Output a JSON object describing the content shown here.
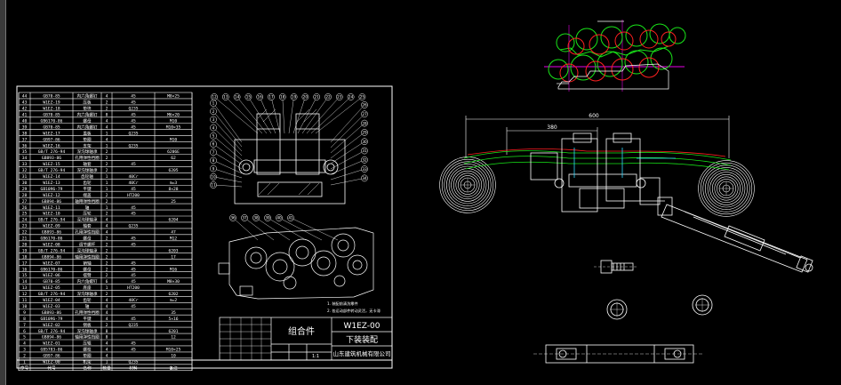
{
  "window": {
    "app": "CAD viewer"
  },
  "title_block": {
    "assembly_label": "组合件",
    "drawing_number": "W1EZ-00",
    "drawing_name": "下装装配",
    "company": "山东建筑机械有限公司",
    "scale": "1:1"
  },
  "bom": {
    "header": [
      "序号",
      "代号",
      "名称",
      "数量",
      "材料",
      "备注"
    ],
    "rows": [
      [
        "44",
        "GB70-85",
        "内六角螺钉",
        "4",
        "45",
        "M8×25"
      ],
      [
        "43",
        "W1EZ-19",
        "压板",
        "2",
        "45",
        ""
      ],
      [
        "42",
        "W1EZ-18",
        "垫块",
        "2",
        "Q235",
        ""
      ],
      [
        "41",
        "GB70-85",
        "内六角螺钉",
        "8",
        "45",
        "M6×20"
      ],
      [
        "40",
        "GB6170-86",
        "螺母",
        "4",
        "45",
        "M10"
      ],
      [
        "39",
        "GB70-85",
        "内六角螺钉",
        "4",
        "45",
        "M10×35"
      ],
      [
        "38",
        "W1EZ-17",
        "盖板",
        "1",
        "Q235",
        ""
      ],
      [
        "37",
        "GB97-86",
        "垫圈",
        "4",
        "",
        "M10"
      ],
      [
        "36",
        "W1EZ-16",
        "支架",
        "1",
        "Q235",
        ""
      ],
      [
        "35",
        "GB/T 276-94",
        "深沟球轴承",
        "2",
        "",
        "6206E"
      ],
      [
        "34",
        "GB893-86",
        "孔用弹性挡圈",
        "2",
        "",
        "62"
      ],
      [
        "33",
        "W1EZ-15",
        "轴套",
        "2",
        "45",
        ""
      ],
      [
        "32",
        "GB/T 276-94",
        "深沟球轴承",
        "2",
        "",
        "6205"
      ],
      [
        "31",
        "W1EZ-14",
        "齿轮轴",
        "1",
        "40Cr",
        ""
      ],
      [
        "30",
        "W1EZ-13",
        "齿轮",
        "1",
        "40Cr",
        "m=3"
      ],
      [
        "29",
        "GB1096-79",
        "平键",
        "1",
        "45",
        "8×28"
      ],
      [
        "28",
        "W1EZ-12",
        "端盖",
        "2",
        "HT200",
        ""
      ],
      [
        "27",
        "GB894-86",
        "轴用弹性挡圈",
        "2",
        "",
        "25"
      ],
      [
        "26",
        "W1EZ-11",
        "轴",
        "1",
        "45",
        ""
      ],
      [
        "25",
        "W1EZ-10",
        "压轮",
        "2",
        "45",
        ""
      ],
      [
        "24",
        "GB/T 276-94",
        "深沟球轴承",
        "4",
        "",
        "6204"
      ],
      [
        "23",
        "W1EZ-09",
        "轴套",
        "4",
        "Q235",
        ""
      ],
      [
        "22",
        "GB893-86",
        "孔用弹性挡圈",
        "4",
        "",
        "47"
      ],
      [
        "21",
        "GB6170-86",
        "螺母",
        "2",
        "45",
        "M12"
      ],
      [
        "20",
        "W1EZ-08",
        "调节螺杆",
        "2",
        "45",
        ""
      ],
      [
        "19",
        "GB/T 276-94",
        "深沟球轴承",
        "2",
        "",
        "6203"
      ],
      [
        "18",
        "GB894-86",
        "轴用弹性挡圈",
        "2",
        "",
        "17"
      ],
      [
        "17",
        "W1EZ-07",
        "销轴",
        "2",
        "45",
        ""
      ],
      [
        "16",
        "GB6170-86",
        "螺母",
        "2",
        "45",
        "M16"
      ],
      [
        "15",
        "W1EZ-06",
        "摆臂",
        "2",
        "45",
        ""
      ],
      [
        "14",
        "GB70-85",
        "内六角螺钉",
        "6",
        "45",
        "M8×30"
      ],
      [
        "13",
        "W1EZ-05",
        "底座",
        "1",
        "HT200",
        ""
      ],
      [
        "12",
        "GB/T 276-94",
        "深沟球轴承",
        "2",
        "",
        "6202"
      ],
      [
        "11",
        "W1EZ-04",
        "齿轮",
        "4",
        "40Cr",
        "m=2"
      ],
      [
        "10",
        "W1EZ-03",
        "轴",
        "4",
        "45",
        ""
      ],
      [
        "9",
        "GB893-86",
        "孔用弹性挡圈",
        "4",
        "",
        "35"
      ],
      [
        "8",
        "GB1096-79",
        "平键",
        "4",
        "45",
        "5×16"
      ],
      [
        "7",
        "W1EZ-02",
        "侧板",
        "2",
        "Q235",
        ""
      ],
      [
        "6",
        "GB/T 276-94",
        "深沟球轴承",
        "8",
        "",
        "6201"
      ],
      [
        "5",
        "GB894-86",
        "轴用弹性挡圈",
        "8",
        "",
        "12"
      ],
      [
        "4",
        "W1EZ-01",
        "压辊",
        "4",
        "45",
        ""
      ],
      [
        "3",
        "GB5783-86",
        "螺栓",
        "4",
        "45",
        "M10×25"
      ],
      [
        "2",
        "GB97-86",
        "垫圈",
        "4",
        "",
        "10"
      ],
      [
        "1",
        "W1EZ-00",
        "机架",
        "1",
        "Q235",
        ""
      ]
    ]
  },
  "balloons_top": [
    "12",
    "13",
    "14",
    "15",
    "16",
    "17",
    "18",
    "19",
    "20",
    "21",
    "22",
    "23",
    "24",
    "25"
  ],
  "balloons_right": [
    "26",
    "27",
    "28",
    "29",
    "30",
    "31",
    "32",
    "33",
    "34"
  ],
  "balloons_left": [
    "1",
    "2",
    "3",
    "4",
    "5",
    "6",
    "7",
    "8",
    "9",
    "10",
    "11"
  ],
  "balloons_mid": [
    "36",
    "37",
    "38",
    "39",
    "40",
    "41"
  ],
  "notes": [
    "1. 装配前清洗零件",
    "2. 各运动部件转动灵活，无卡滞"
  ],
  "dims": {
    "overall": "600",
    "mid": "380"
  },
  "colors": {
    "bg": "#000000",
    "line": "#ffffff",
    "green": "#19e619",
    "red": "#ff2020",
    "magenta": "#e600e6",
    "cyan": "#30d8ff"
  }
}
